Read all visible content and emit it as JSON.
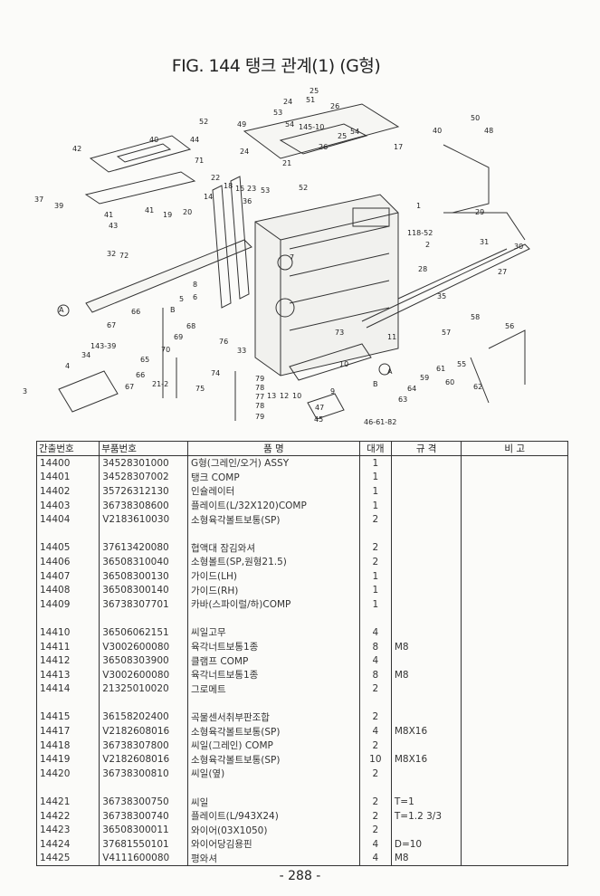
{
  "title": "FIG. 144 탱크 관계(1) (G형)",
  "diagram": {
    "callouts": [
      "25",
      "24",
      "51",
      "26",
      "53",
      "54",
      "145-10",
      "52",
      "49",
      "50",
      "48",
      "40",
      "40",
      "44",
      "42",
      "71",
      "17",
      "24",
      "26",
      "25",
      "54",
      "21",
      "22",
      "18",
      "15",
      "23",
      "53",
      "52",
      "36",
      "37",
      "39",
      "41",
      "43",
      "41",
      "19",
      "20",
      "14",
      "1",
      "2",
      "118-52",
      "29",
      "31",
      "30",
      "27",
      "28",
      "35",
      "32",
      "72",
      "7",
      "8",
      "6",
      "5",
      "66",
      "67",
      "65",
      "70",
      "69",
      "68",
      "76",
      "33",
      "74",
      "75",
      "79",
      "78",
      "77",
      "78",
      "79",
      "73",
      "10",
      "9",
      "13",
      "12",
      "10",
      "47",
      "45",
      "46-61-82",
      "11",
      "58",
      "57",
      "56",
      "55",
      "61",
      "60",
      "59",
      "64",
      "63",
      "62",
      "143-39",
      "34",
      "4",
      "3",
      "21-2",
      "66",
      "67",
      "A",
      "A",
      "B",
      "B"
    ]
  },
  "table": {
    "headers": [
      "간출번호",
      "부품번호",
      "품 명",
      "대개",
      "규 격",
      "비 고"
    ],
    "rows": [
      [
        "14400",
        "34528301000",
        "G형(그레인/오거) ASSY",
        "1",
        "",
        ""
      ],
      [
        "14401",
        "34528307002",
        "탱크 COMP",
        "1",
        "",
        ""
      ],
      [
        "14402",
        "35726312130",
        "인슐레이터",
        "1",
        "",
        ""
      ],
      [
        "14403",
        "36738308600",
        "플레이트(L/32X120)COMP",
        "1",
        "",
        ""
      ],
      [
        "14404",
        "V2183610030",
        "소형육각볼트보통(SP)",
        "2",
        "",
        ""
      ],
      [
        "",
        "",
        "",
        "",
        "",
        ""
      ],
      [
        "14405",
        "37613420080",
        "협액대 잠김와셔",
        "2",
        "",
        ""
      ],
      [
        "14406",
        "36508310040",
        "소형볼트(SP,원형21.5)",
        "2",
        "",
        ""
      ],
      [
        "14407",
        "36508300130",
        "가이드(LH)",
        "1",
        "",
        ""
      ],
      [
        "14408",
        "36508300140",
        "가이드(RH)",
        "1",
        "",
        ""
      ],
      [
        "14409",
        "36738307701",
        "카바(스파이럴/하)COMP",
        "1",
        "",
        ""
      ],
      [
        "",
        "",
        "",
        "",
        "",
        ""
      ],
      [
        "14410",
        "36506062151",
        "씨일고무",
        "4",
        "",
        ""
      ],
      [
        "14411",
        "V3002600080",
        "육각너트보통1종",
        "8",
        "M8",
        ""
      ],
      [
        "14412",
        "36508303900",
        "클램프 COMP",
        "4",
        "",
        ""
      ],
      [
        "14413",
        "V3002600080",
        "육각너트보통1종",
        "8",
        "M8",
        ""
      ],
      [
        "14414",
        "21325010020",
        "그로메트",
        "2",
        "",
        ""
      ],
      [
        "",
        "",
        "",
        "",
        "",
        ""
      ],
      [
        "14415",
        "36158202400",
        "곡물센서취부판조합",
        "2",
        "",
        ""
      ],
      [
        "14417",
        "V2182608016",
        "소형육각볼트보통(SP)",
        "4",
        "M8X16",
        ""
      ],
      [
        "14418",
        "36738307800",
        "씨일(그레인) COMP",
        "2",
        "",
        ""
      ],
      [
        "14419",
        "V2182608016",
        "소형육각볼트보통(SP)",
        "10",
        "M8X16",
        ""
      ],
      [
        "14420",
        "36738300810",
        "씨일(옆)",
        "2",
        "",
        ""
      ],
      [
        "",
        "",
        "",
        "",
        "",
        ""
      ],
      [
        "14421",
        "36738300750",
        "씨일",
        "2",
        "T=1",
        ""
      ],
      [
        "14422",
        "36738300740",
        "플레이트(L/943X24)",
        "2",
        "T=1.2 3/3",
        ""
      ],
      [
        "14423",
        "36508300011",
        "와이어(03X1050)",
        "2",
        "",
        ""
      ],
      [
        "14424",
        "37681550101",
        "와이어당김용핀",
        "4",
        "D=10",
        ""
      ],
      [
        "14425",
        "V4111600080",
        "평와셔",
        "4",
        "M8",
        ""
      ]
    ]
  },
  "page_number": "- 288 -"
}
